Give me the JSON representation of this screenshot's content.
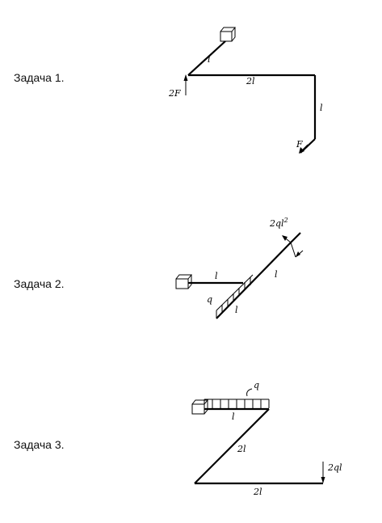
{
  "tasks": [
    {
      "label": "Задача 1.",
      "annotations": {
        "length_1": "l",
        "length_2": "2l",
        "length_3": "l",
        "force_1": "2F",
        "force_2": "F"
      }
    },
    {
      "label": "Задача 2.",
      "annotations": {
        "moment_base": "2ql",
        "moment_exp": "2",
        "length_1": "l",
        "length_2": "l",
        "length_3": "l",
        "load": "q"
      }
    },
    {
      "label": "Задача 3.",
      "annotations": {
        "load": "q",
        "length_1": "l",
        "length_2": "2l",
        "length_3": "2l",
        "force": "2ql"
      }
    }
  ],
  "colors": {
    "ink": "#000000",
    "background": "#ffffff"
  }
}
